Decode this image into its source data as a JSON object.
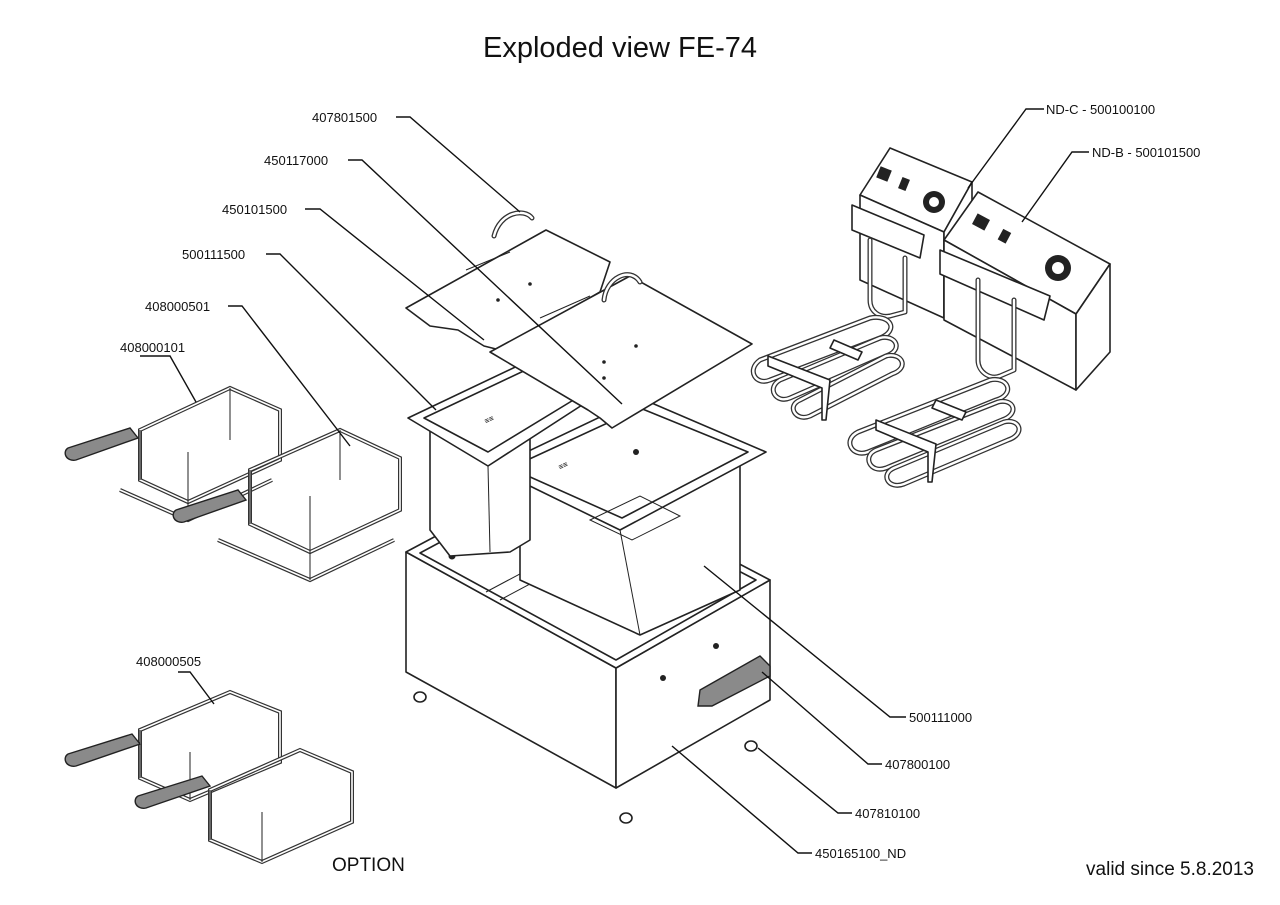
{
  "title": "Exploded view FE-74",
  "footer": {
    "option_label": "OPTION",
    "valid_since": "valid since 5.8.2013"
  },
  "callouts": {
    "c407801500": "407801500",
    "c450117000": "450117000",
    "c450101500": "450101500",
    "c500111500": "500111500",
    "c408000501": "408000501",
    "c408000101": "408000101",
    "c408000505": "408000505",
    "cNDC": "ND-C - 500100100",
    "cNDB": "ND-B - 500101500",
    "c500111000": "500111000",
    "c407800100": "407800100",
    "c407810100": "407810100",
    "c450165100": "450165100_ND"
  }
}
